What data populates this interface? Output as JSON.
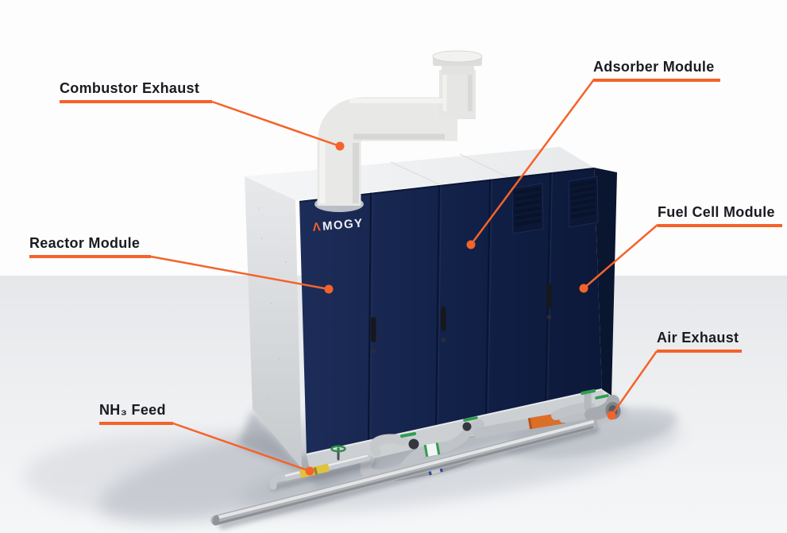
{
  "logo": {
    "mark": "Λ",
    "rest": "MOGY"
  },
  "callouts": [
    {
      "id": "combustor-exhaust",
      "label": "Combustor Exhaust"
    },
    {
      "id": "adsorber-module",
      "label": "Adsorber Module"
    },
    {
      "id": "reactor-module",
      "label": "Reactor Module"
    },
    {
      "id": "fuel-cell-module",
      "label": "Fuel Cell Module"
    },
    {
      "id": "air-exhaust",
      "label": "Air Exhaust"
    },
    {
      "id": "nh3-feed",
      "label": "NH₃ Feed"
    }
  ],
  "colors": {
    "accent": "#F4632A",
    "label_text": "#1A1B20",
    "cabinet_navy": "#13224A",
    "cabinet_white": "#ECEDEF",
    "floor": "#E8EAED",
    "pipe_steel": "#B8BBBF",
    "pipe_yellow": "#DFC23E",
    "pipe_orange": "#DC6E28",
    "band_blue": "#2940B8",
    "valve_green": "#2F9E50",
    "logo_text": "#EEF0F3"
  }
}
